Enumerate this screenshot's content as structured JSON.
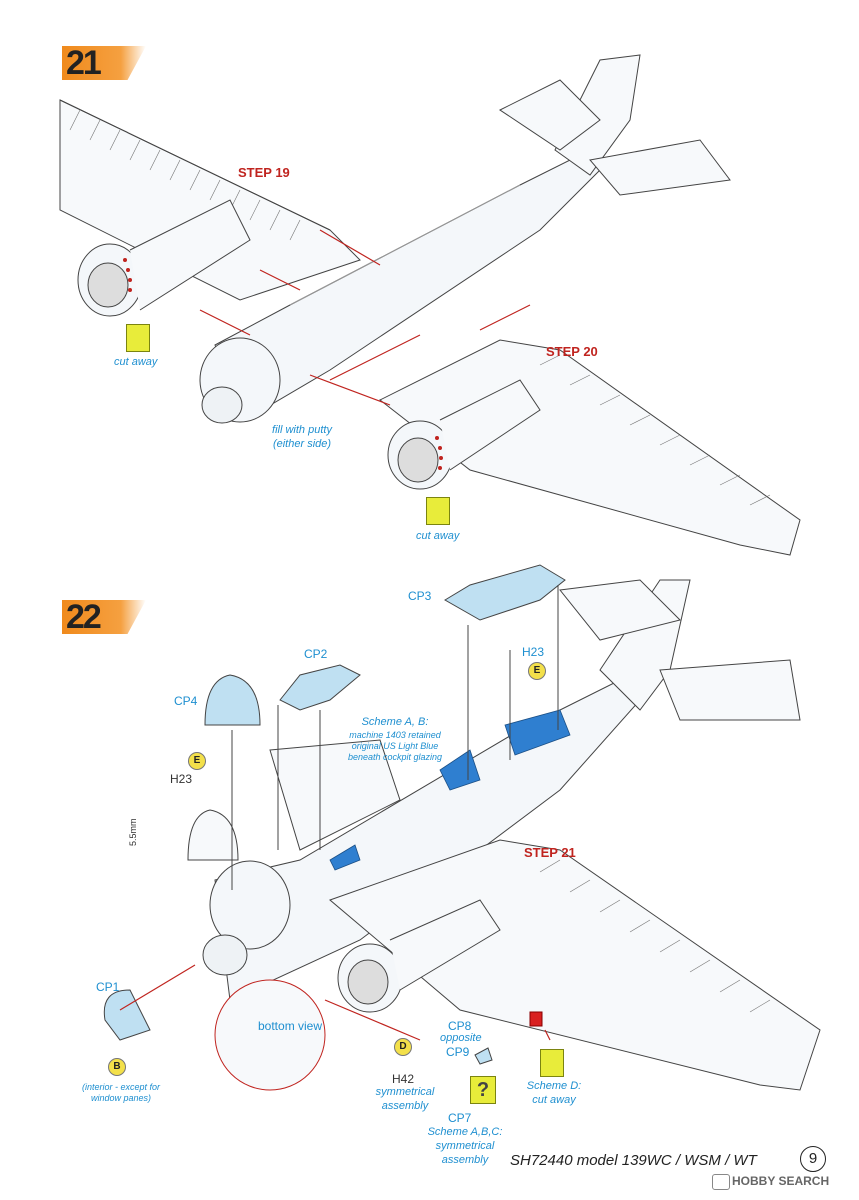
{
  "step21": {
    "number": "21",
    "step19_label": "STEP 19",
    "step20_label": "STEP 20",
    "cut_away_left": "cut away",
    "cut_away_right": "cut away",
    "putty_note_line1": "fill with putty",
    "putty_note_line2": "(either side)"
  },
  "step22": {
    "number": "22",
    "cp1": "CP1",
    "cp2": "CP2",
    "cp3": "CP3",
    "cp4": "CP4",
    "cp7": "CP7",
    "cp8": "CP8",
    "cp8_note": "opposite",
    "cp9": "CP9",
    "h23_left": "H23",
    "h23_right": "H23",
    "h42": "H42",
    "h42_note_line1": "symmetrical",
    "h42_note_line2": "assembly",
    "step21_label": "STEP 21",
    "scheme_ab_line1": "Scheme A, B:",
    "scheme_ab_line2": "machine 1403 retained",
    "scheme_ab_line3": "original US Light Blue",
    "scheme_ab_line4": "beneath cockpit glazing",
    "bottom_view": "bottom view",
    "interior_line1": "(interior - except for",
    "interior_line2": "window panes)",
    "dimension": "5.5mm",
    "scheme_d_line1": "Scheme D:",
    "scheme_d_line2": "cut away",
    "cp7_scheme_line1": "Scheme A,B,C:",
    "cp7_scheme_line2": "symmetrical",
    "cp7_scheme_line3": "assembly",
    "question_mark": "?",
    "badge_e_left": "E",
    "badge_e_right": "E",
    "badge_b": "B",
    "badge_d": "D"
  },
  "footer": {
    "model": "SH72440 model 139WC / WSM / WT",
    "page": "9",
    "watermark": "HOBBY SEARCH"
  },
  "colors": {
    "accent_orange": "#f08a1c",
    "label_red": "#c0241f",
    "part_blue": "#1e8fd0",
    "glazing_blue": "#bfe0f2",
    "cockpit_blue": "#2f7fd0"
  }
}
